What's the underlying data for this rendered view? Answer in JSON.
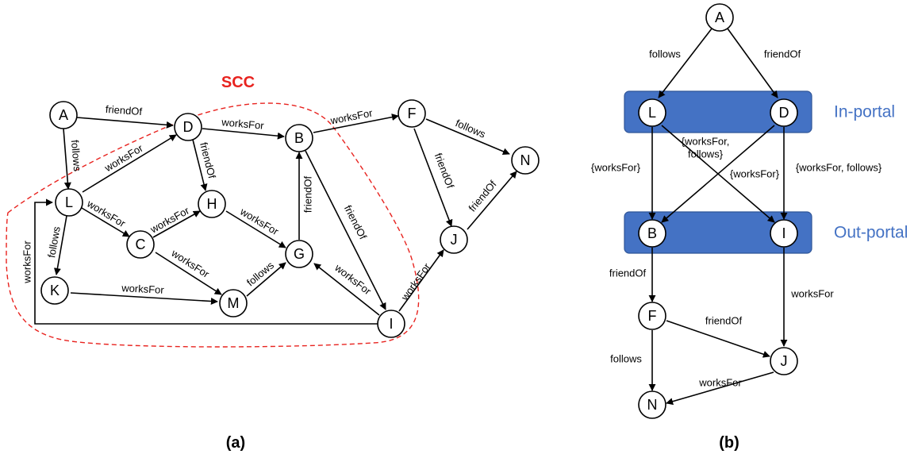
{
  "panel_a": {
    "caption": "(a)",
    "scc_label": "SCC",
    "nodes": {
      "A": "A",
      "B": "B",
      "C": "C",
      "D": "D",
      "F": "F",
      "G": "G",
      "H": "H",
      "I": "I",
      "J": "J",
      "K": "K",
      "L": "L",
      "M": "M",
      "N": "N"
    },
    "edges": [
      {
        "from": "A",
        "to": "D",
        "label": "friendOf"
      },
      {
        "from": "A",
        "to": "L",
        "label": "follows"
      },
      {
        "from": "D",
        "to": "B",
        "label": "worksFor"
      },
      {
        "from": "L",
        "to": "D",
        "label": "worksFor"
      },
      {
        "from": "D",
        "to": "H",
        "label": "friendOf"
      },
      {
        "from": "L",
        "to": "C",
        "label": "worksFor"
      },
      {
        "from": "C",
        "to": "H",
        "label": "worksFor"
      },
      {
        "from": "H",
        "to": "G",
        "label": "worksFor"
      },
      {
        "from": "G",
        "to": "B",
        "label": "friendOf"
      },
      {
        "from": "B",
        "to": "F",
        "label": "worksFor"
      },
      {
        "from": "B",
        "to": "I",
        "label": "friendOf"
      },
      {
        "from": "F",
        "to": "N",
        "label": "follows"
      },
      {
        "from": "F",
        "to": "J",
        "label": "friendOf"
      },
      {
        "from": "J",
        "to": "N",
        "label": "friendOf"
      },
      {
        "from": "L",
        "to": "K",
        "label": "follows"
      },
      {
        "from": "K",
        "to": "M",
        "label": "worksFor"
      },
      {
        "from": "C",
        "to": "M",
        "label": "worksFor"
      },
      {
        "from": "M",
        "to": "G",
        "label": "follows"
      },
      {
        "from": "I",
        "to": "G",
        "label": "worksFor"
      },
      {
        "from": "I",
        "to": "J",
        "label": "worksFor"
      },
      {
        "from": "I",
        "to": "L",
        "label": "worksFor"
      }
    ]
  },
  "panel_b": {
    "caption": "(b)",
    "in_portal_label": "In-portal",
    "out_portal_label": "Out-portal",
    "nodes": {
      "A": "A",
      "L": "L",
      "D": "D",
      "B": "B",
      "I": "I",
      "F": "F",
      "J": "J",
      "N": "N"
    },
    "edges": [
      {
        "from": "A",
        "to": "L",
        "label": "follows"
      },
      {
        "from": "A",
        "to": "D",
        "label": "friendOf"
      },
      {
        "from": "L",
        "to": "B",
        "label": "{worksFor}"
      },
      {
        "from": "L",
        "to": "I",
        "label_line1": "{worksFor,",
        "label_line2": "follows}"
      },
      {
        "from": "D",
        "to": "B",
        "label": "{worksFor}"
      },
      {
        "from": "D",
        "to": "I",
        "label": "{worksFor, follows}"
      },
      {
        "from": "B",
        "to": "F",
        "label": "friendOf"
      },
      {
        "from": "I",
        "to": "J",
        "label": "worksFor"
      },
      {
        "from": "F",
        "to": "J",
        "label": "friendOf"
      },
      {
        "from": "F",
        "to": "N",
        "label": "follows"
      },
      {
        "from": "J",
        "to": "N",
        "label": "worksFor"
      }
    ]
  }
}
